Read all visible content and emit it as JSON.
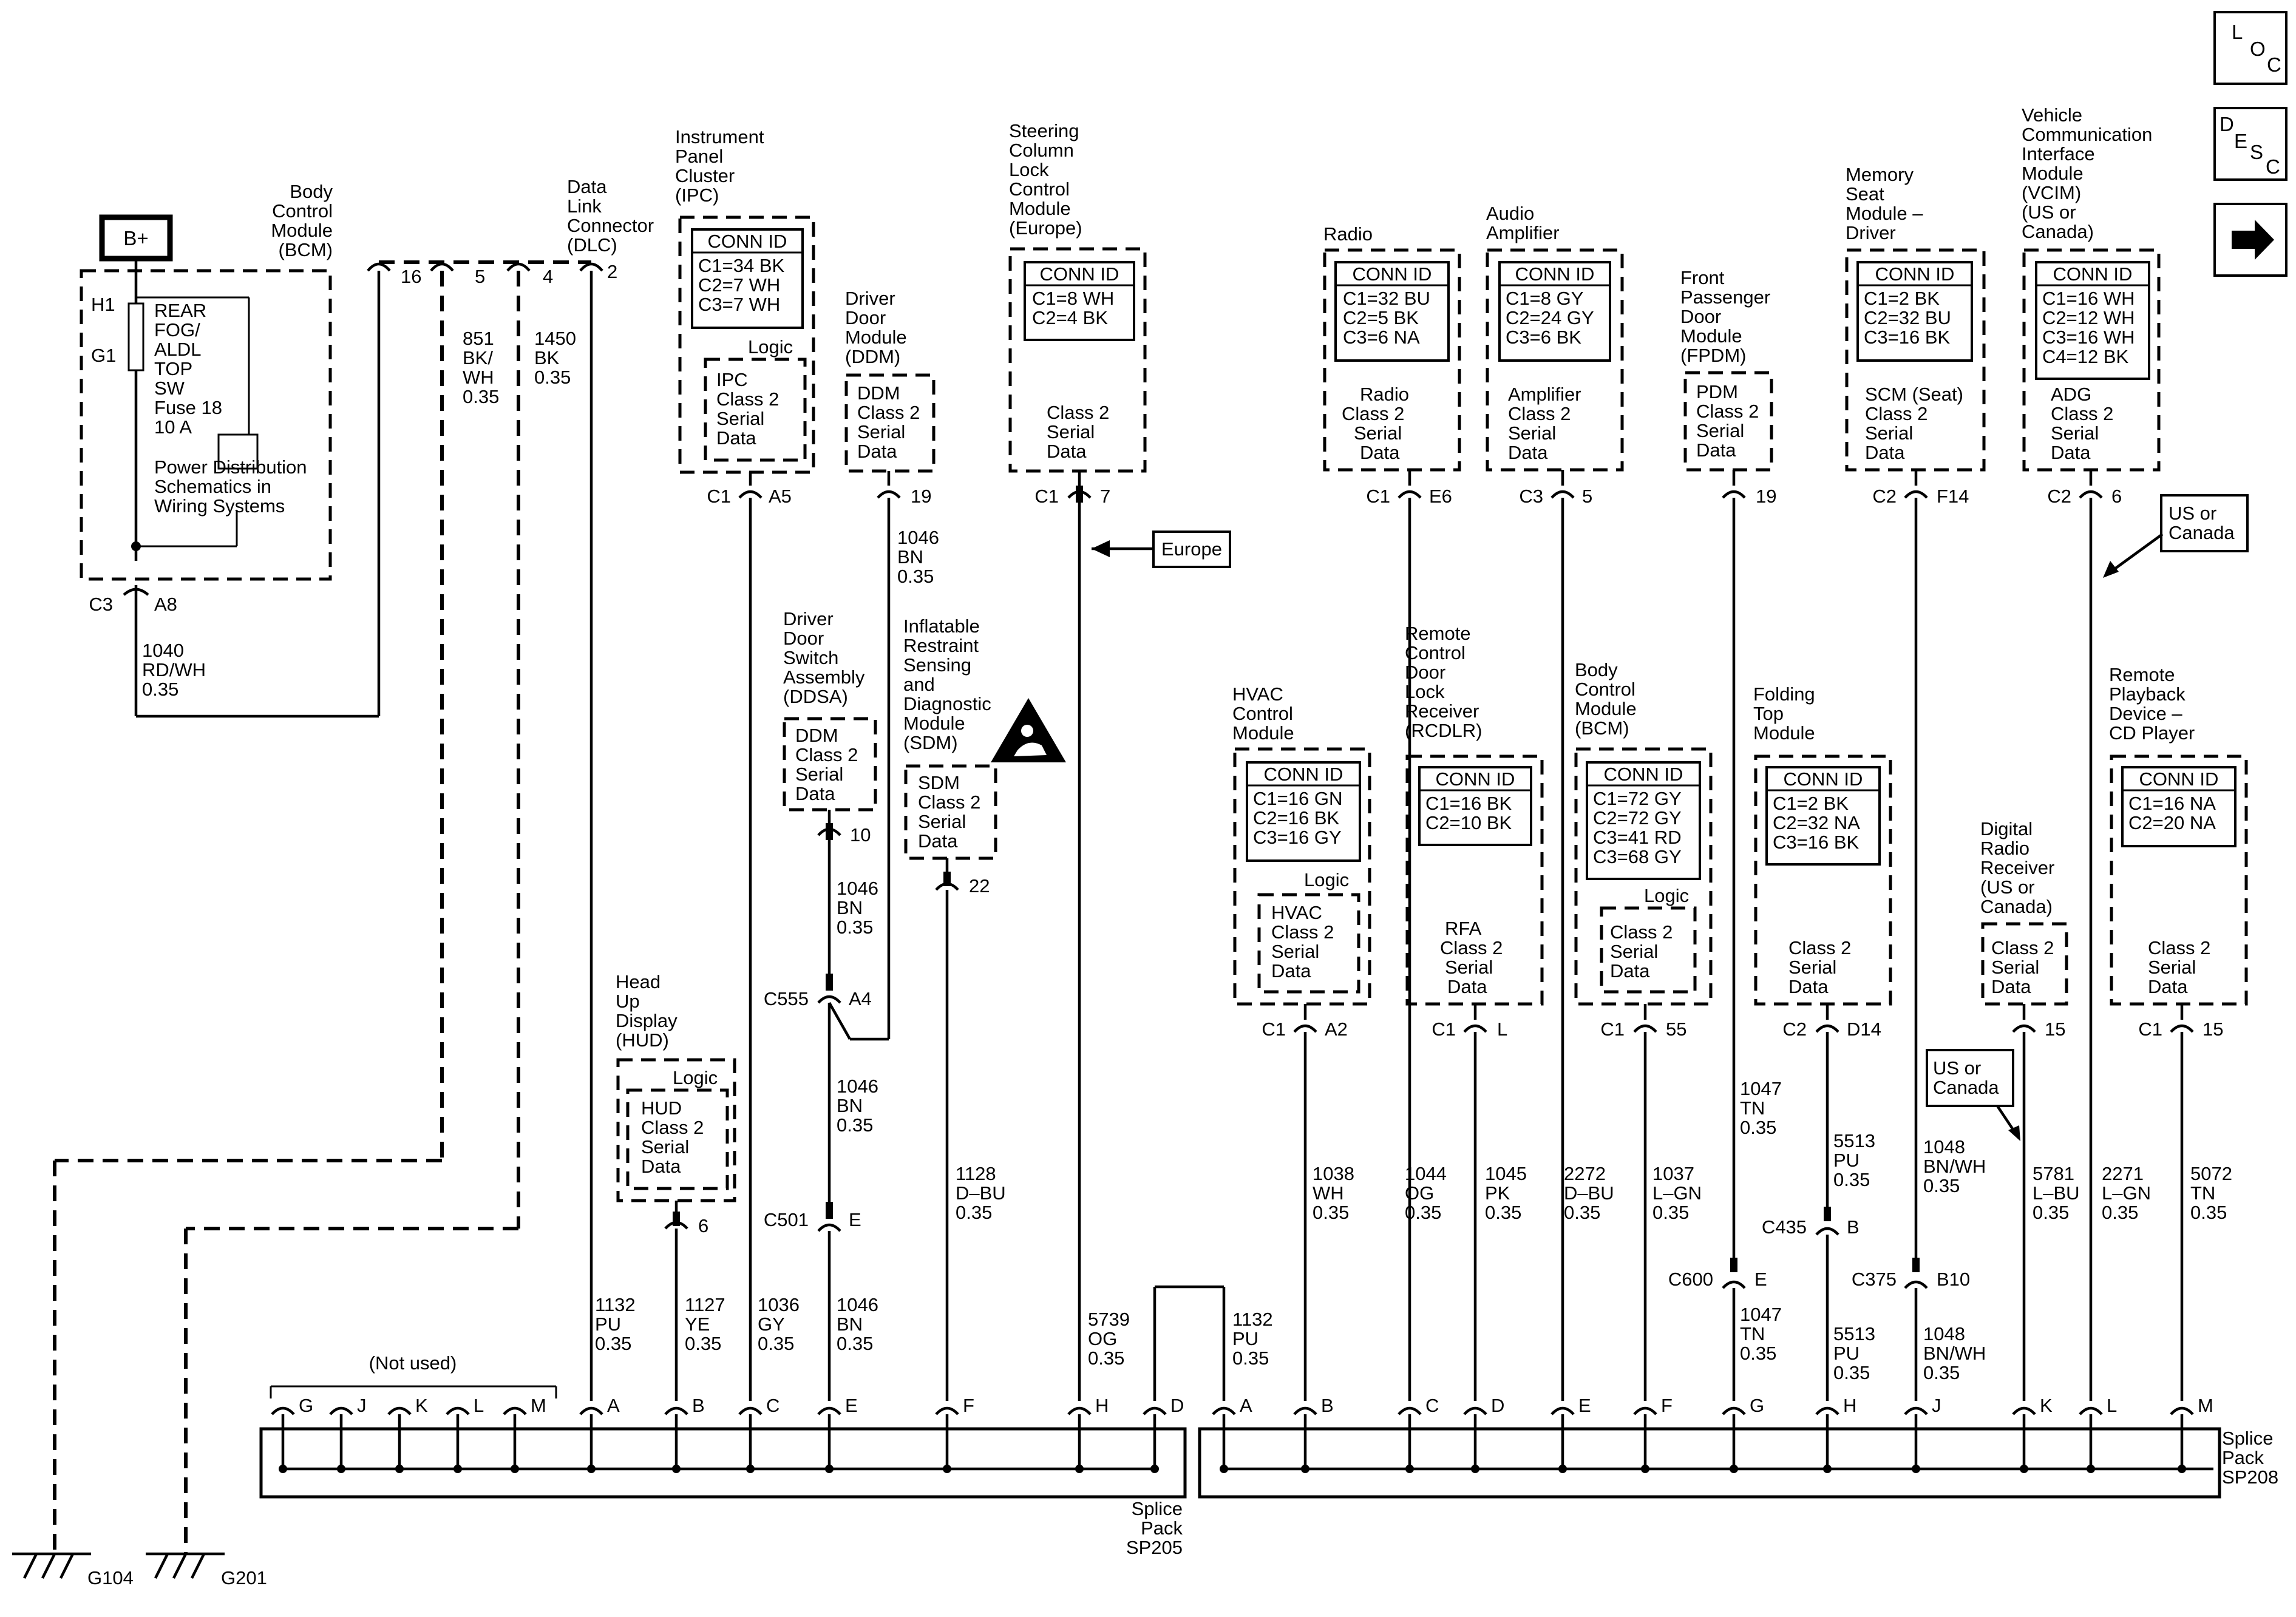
{
  "nav": {
    "loc": [
      "L",
      "O",
      "C"
    ],
    "desc": [
      "D",
      "E",
      "S",
      "C"
    ],
    "next_icon": "arrow-right-icon"
  },
  "bplus": "B+",
  "bcm": {
    "title": [
      "Body",
      "Control",
      "Module",
      "(BCM)"
    ],
    "h1": "H1",
    "g1": "G1",
    "fuse": [
      "REAR",
      "FOG/",
      "ALDL",
      "TOP",
      "SW",
      "Fuse 18",
      "10 A"
    ],
    "power_ref": [
      "Power Distribution",
      "Schematics in",
      "Wiring Systems"
    ],
    "conn": "C3",
    "pin": "A8",
    "wire": [
      "1040",
      "RD/WH",
      "0.35"
    ]
  },
  "dlc": {
    "title": [
      "Data",
      "Link",
      "Connector",
      "(DLC)"
    ],
    "pins": [
      "16",
      "5",
      "4",
      "2"
    ],
    "wire5": [
      "851",
      "BK/",
      "WH",
      "0.35"
    ],
    "wire4": [
      "1450",
      "BK",
      "0.35"
    ]
  },
  "ipc": {
    "title": [
      "Instrument",
      "Panel",
      "Cluster",
      "(IPC)"
    ],
    "conn_id": [
      "CONN ID",
      "C1=34 BK",
      "C2=7 WH",
      "C3=7 WH"
    ],
    "logic": "Logic",
    "inner": [
      "IPC",
      "Class 2",
      "Serial",
      "Data"
    ],
    "conn": "C1",
    "pin": "A5"
  },
  "ddm": {
    "title": [
      "Driver",
      "Door",
      "Module",
      "(DDM)"
    ],
    "inner": [
      "DDM",
      "Class 2",
      "Serial",
      "Data"
    ],
    "pin": "19",
    "wire": [
      "1046",
      "BN",
      "0.35"
    ]
  },
  "sclcm": {
    "title": [
      "Steering",
      "Column",
      "Lock",
      "Control",
      "Module",
      "(Europe)"
    ],
    "conn_id": [
      "CONN ID",
      "C1=8 WH",
      "C2=4 BK"
    ],
    "inner": [
      "Class 2",
      "Serial",
      "Data"
    ],
    "conn": "C1",
    "pin": "7",
    "europe": "Europe"
  },
  "ddsa": {
    "title": [
      "Driver",
      "Door",
      "Switch",
      "Assembly",
      "(DDSA)"
    ],
    "inner": [
      "DDM",
      "Class 2",
      "Serial",
      "Data"
    ],
    "pin": "10",
    "wire_a": [
      "1046",
      "BN",
      "0.35"
    ],
    "c555": "C555",
    "c555_pin": "A4",
    "wire_b": [
      "1046",
      "BN",
      "0.35"
    ],
    "c501": "C501",
    "c501_pin": "E",
    "wire_c": [
      "1046",
      "BN",
      "0.35"
    ]
  },
  "sdm": {
    "title": [
      "Inflatable",
      "Restraint",
      "Sensing",
      "and",
      "Diagnostic",
      "Module",
      "(SDM)"
    ],
    "inner": [
      "SDM",
      "Class 2",
      "Serial",
      "Data"
    ],
    "pin": "22",
    "wire": [
      "1128",
      "D–BU",
      "0.35"
    ]
  },
  "hud": {
    "title": [
      "Head",
      "Up",
      "Display",
      "(HUD)"
    ],
    "logic": "Logic",
    "inner": [
      "HUD",
      "Class 2",
      "Serial",
      "Data"
    ],
    "pin": "6",
    "wire": [
      "1127",
      "YE",
      "0.35"
    ]
  },
  "sp205_wires": {
    "a": [
      "1132",
      "PU",
      "0.35"
    ],
    "c": [
      "1036",
      "GY",
      "0.35"
    ],
    "h": [
      "5739",
      "OG",
      "0.35"
    ],
    "d_right": [
      "1132",
      "PU",
      "0.35"
    ]
  },
  "radio": {
    "title": [
      "Radio"
    ],
    "conn_id": [
      "CONN ID",
      "C1=32 BU",
      "C2=5 BK",
      "C3=6 NA"
    ],
    "inner": [
      "Radio",
      "Class 2",
      "Serial",
      "Data"
    ],
    "conn": "C1",
    "pin": "E6"
  },
  "amp": {
    "title": [
      "Audio",
      "Amplifier"
    ],
    "conn_id": [
      "CONN ID",
      "C1=8 GY",
      "C2=24 GY",
      "C3=6 BK"
    ],
    "inner": [
      "Amplifier",
      "Class 2",
      "Serial",
      "Data"
    ],
    "conn": "C3",
    "pin": "5"
  },
  "fpdm": {
    "title": [
      "Front",
      "Passenger",
      "Door",
      "Module",
      "(FPDM)"
    ],
    "inner": [
      "PDM",
      "Class 2",
      "Serial",
      "Data"
    ],
    "pin": "19",
    "wire_a": [
      "1047",
      "TN",
      "0.35"
    ],
    "c600": "C600",
    "c600_pin": "E",
    "wire_b": [
      "1047",
      "TN",
      "0.35"
    ]
  },
  "msm": {
    "title": [
      "Memory",
      "Seat",
      "Module –",
      "Driver"
    ],
    "conn_id": [
      "CONN ID",
      "C1=2 BK",
      "C2=32 BU",
      "C3=16 BK"
    ],
    "inner": [
      "SCM (Seat)",
      "Class 2",
      "Serial",
      "Data"
    ],
    "conn": "C2",
    "pin": "F14",
    "wire_a": [
      "1048",
      "BN/WH",
      "0.35"
    ],
    "c375": "C375",
    "c375_pin": "B10",
    "wire_b": [
      "1048",
      "BN/WH",
      "0.35"
    ]
  },
  "vcim": {
    "title": [
      "Vehicle",
      "Communication",
      "Interface",
      "Module",
      "(VCIM)",
      "(US or",
      "Canada)"
    ],
    "conn_id": [
      "CONN ID",
      "C1=16 WH",
      "C2=12 WH",
      "C3=16 WH",
      "C4=12 BK"
    ],
    "inner": [
      "ADG",
      "Class 2",
      "Serial",
      "Data"
    ],
    "conn": "C2",
    "pin": "6",
    "note": [
      "US or",
      "Canada"
    ],
    "wire": [
      "2271",
      "L–GN",
      "0.35"
    ]
  },
  "hvac": {
    "title": [
      "HVAC",
      "Control",
      "Module"
    ],
    "conn_id": [
      "CONN ID",
      "C1=16 GN",
      "C2=16 BK",
      "C3=16 GY"
    ],
    "logic": "Logic",
    "inner": [
      "HVAC",
      "Class 2",
      "Serial",
      "Data"
    ],
    "conn": "C1",
    "pin": "A2",
    "wire": [
      "1038",
      "WH",
      "0.35"
    ]
  },
  "rcdlr": {
    "title": [
      "Remote",
      "Control",
      "Door",
      "Lock",
      "Receiver",
      "(RCDLR)"
    ],
    "conn_id": [
      "CONN ID",
      "C1=16 BK",
      "C2=10 BK"
    ],
    "inner": [
      "RFA",
      "Class 2",
      "Serial",
      "Data"
    ],
    "conn": "C1",
    "pin": "L",
    "wire": [
      "1045",
      "PK",
      "0.35"
    ]
  },
  "bcm2": {
    "title": [
      "Body",
      "Control",
      "Module",
      "(BCM)"
    ],
    "conn_id": [
      "CONN ID",
      "C1=72 GY",
      "C2=72 GY",
      "C3=41 RD",
      "C3=68 GY"
    ],
    "logic": "Logic",
    "inner": [
      "Class 2",
      "Serial",
      "Data"
    ],
    "conn": "C1",
    "pin": "55",
    "wire": [
      "1037",
      "L–GN",
      "0.35"
    ]
  },
  "radio_wire": [
    "1044",
    "OG",
    "0.35"
  ],
  "amp_wire": [
    "2272",
    "D–BU",
    "0.35"
  ],
  "folding": {
    "title": [
      "Folding",
      "Top",
      "Module"
    ],
    "conn_id": [
      "CONN ID",
      "C1=2 BK",
      "C2=32 NA",
      "C3=16 BK"
    ],
    "inner": [
      "Class 2",
      "Serial",
      "Data"
    ],
    "conn": "C2",
    "pin": "D14",
    "wire_a": [
      "5513",
      "PU",
      "0.35"
    ],
    "c435": "C435",
    "c435_pin": "B",
    "wire_b": [
      "5513",
      "PU",
      "0.35"
    ]
  },
  "drr": {
    "title": [
      "Digital",
      "Radio",
      "Receiver",
      "(US or",
      "Canada)"
    ],
    "inner": [
      "Class 2",
      "Serial",
      "Data"
    ],
    "pin": "15",
    "note": [
      "US or",
      "Canada"
    ],
    "wire": [
      "5781",
      "L–BU",
      "0.35"
    ]
  },
  "cd": {
    "title": [
      "Remote",
      "Playback",
      "Device –",
      "CD Player"
    ],
    "conn_id": [
      "CONN ID",
      "C1=16 NA",
      "C2=20 NA"
    ],
    "inner": [
      "Class 2",
      "Serial",
      "Data"
    ],
    "conn": "C1",
    "pin": "15",
    "wire": [
      "5072",
      "TN",
      "0.35"
    ]
  },
  "sp205": {
    "not_used": "(Not used)",
    "pins": [
      "G",
      "J",
      "K",
      "L",
      "M",
      "A",
      "B",
      "C",
      "E",
      "F",
      "H",
      "D"
    ],
    "label": [
      "Splice",
      "Pack",
      "SP205"
    ]
  },
  "sp208": {
    "pins": [
      "A",
      "B",
      "C",
      "D",
      "E",
      "F",
      "G",
      "H",
      "J",
      "K",
      "L",
      "M"
    ],
    "label": [
      "Splice",
      "Pack",
      "SP208"
    ]
  },
  "grounds": [
    "G104",
    "G201"
  ]
}
